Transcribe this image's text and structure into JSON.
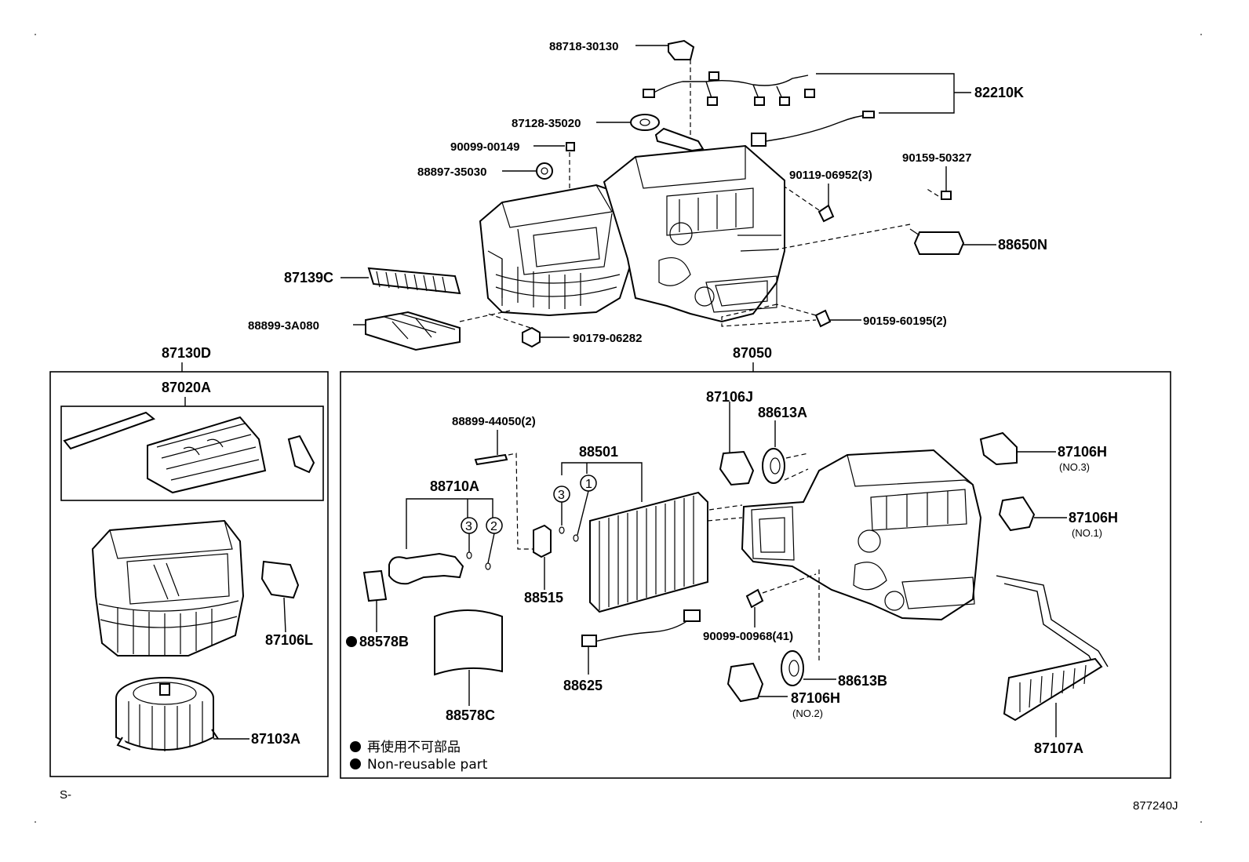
{
  "labels": {
    "p_88718_30130": "88718-30130",
    "p_82210K": "82210K",
    "p_87128_35020": "87128-35020",
    "p_90099_00149": "90099-00149",
    "p_88897_35030": "88897-35030",
    "p_90119_06952": "90119-06952(3)",
    "p_90159_50327": "90159-50327",
    "p_88650N": "88650N",
    "p_87139C": "87139C",
    "p_88899_3A080": "88899-3A080",
    "p_90179_06282": "90179-06282",
    "p_90159_60195": "90159-60195(2)",
    "p_87130D": "87130D",
    "p_87050": "87050",
    "p_87020A": "87020A",
    "p_87106L": "87106L",
    "p_87103A": "87103A",
    "p_88899_44050": "88899-44050(2)",
    "p_88710A": "88710A",
    "p_88515": "88515",
    "p_88578B": "88578B",
    "p_88578C": "88578C",
    "p_88501": "88501",
    "p_88625": "88625",
    "p_87106J": "87106J",
    "p_88613A": "88613A",
    "p_90099_00968": "90099-00968(41)",
    "p_88613B": "88613B",
    "p_87106H_no2": "87106H",
    "p_87106H_no2_sub": "(NO.2)",
    "p_87106H_no3": "87106H",
    "p_87106H_no3_sub": "(NO.3)",
    "p_87106H_no1": "87106H",
    "p_87106H_no1_sub": "(NO.1)",
    "p_87107A": "87107A"
  },
  "circled": {
    "one": "1",
    "two": "2",
    "three": "3"
  },
  "legend": {
    "line_ja": "再使用不可部品",
    "line_en": "Non-reusable part"
  },
  "corner": {
    "bottom_left": "S-",
    "bottom_right": "877240J"
  },
  "colors": {
    "ink": "#000000",
    "paper": "#ffffff"
  }
}
